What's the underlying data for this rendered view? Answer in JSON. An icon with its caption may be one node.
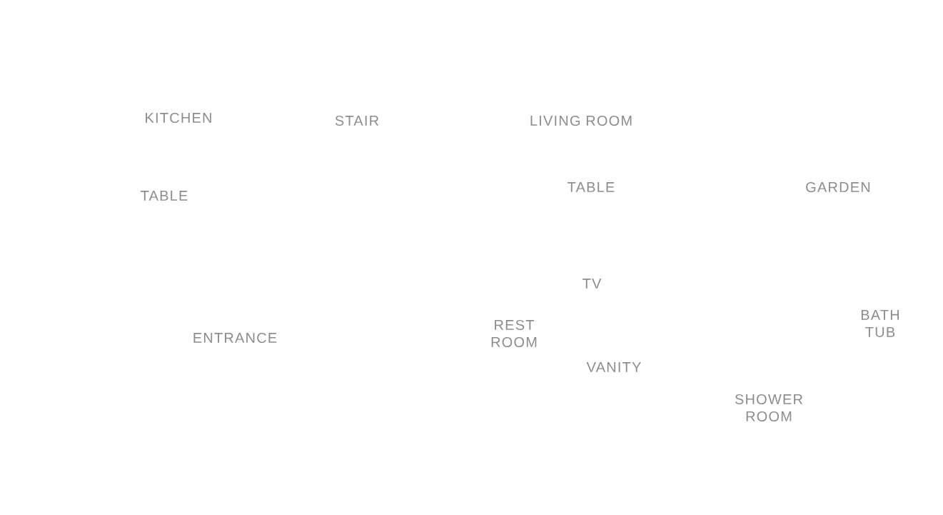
{
  "diagram": {
    "labels": [
      "KITCHEN",
      "STAIR",
      "LIVING ROOM",
      "TABLE",
      "TABLE",
      "GARDEN",
      "TV",
      "ENTRANCE",
      "REST ROOM",
      "BATH TUB",
      "VANITY",
      "SHOWER ROOM"
    ]
  }
}
